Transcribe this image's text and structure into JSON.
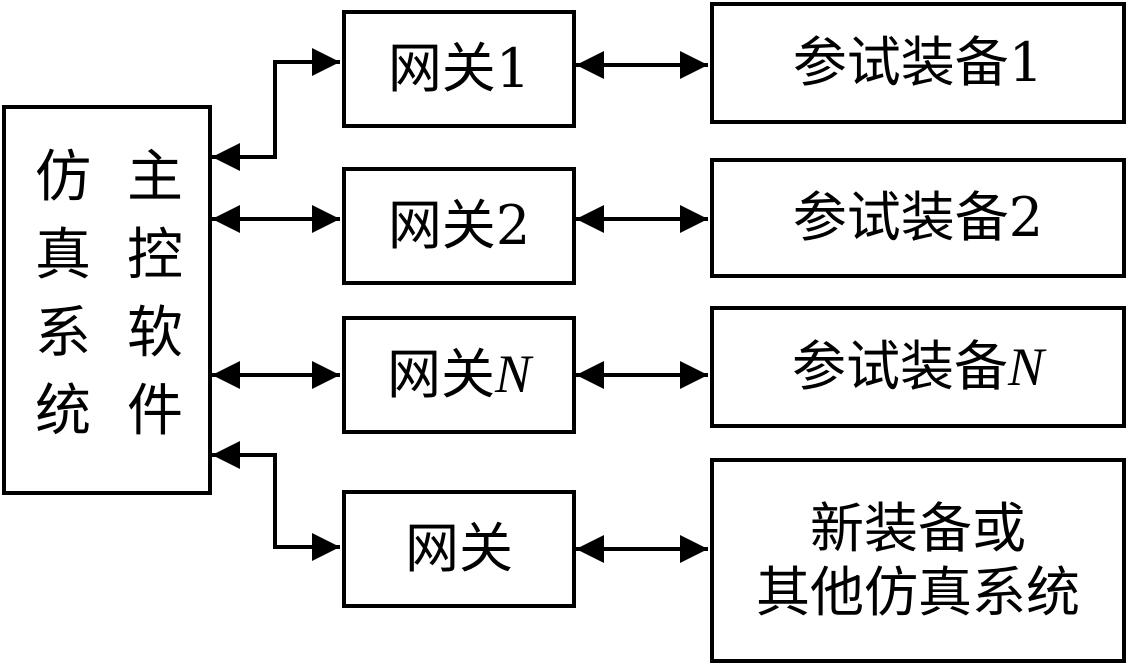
{
  "main_system": {
    "col1": [
      "仿",
      "真",
      "系",
      "统"
    ],
    "col2": [
      "主",
      "控",
      "软",
      "件"
    ]
  },
  "gateways": [
    {
      "text": "网关",
      "suffix": "1",
      "suffix_italic": false
    },
    {
      "text": "网关",
      "suffix": "2",
      "suffix_italic": false
    },
    {
      "text": "网关",
      "suffix": "N",
      "suffix_italic": true
    },
    {
      "text": "网关",
      "suffix": "",
      "suffix_italic": false
    }
  ],
  "equipment": [
    {
      "lines": [
        "参试装备1"
      ]
    },
    {
      "lines": [
        "参试装备2"
      ]
    },
    {
      "lines": [
        "参试装备N"
      ]
    },
    {
      "lines": [
        "新装备或",
        "其他仿真系统"
      ]
    }
  ]
}
